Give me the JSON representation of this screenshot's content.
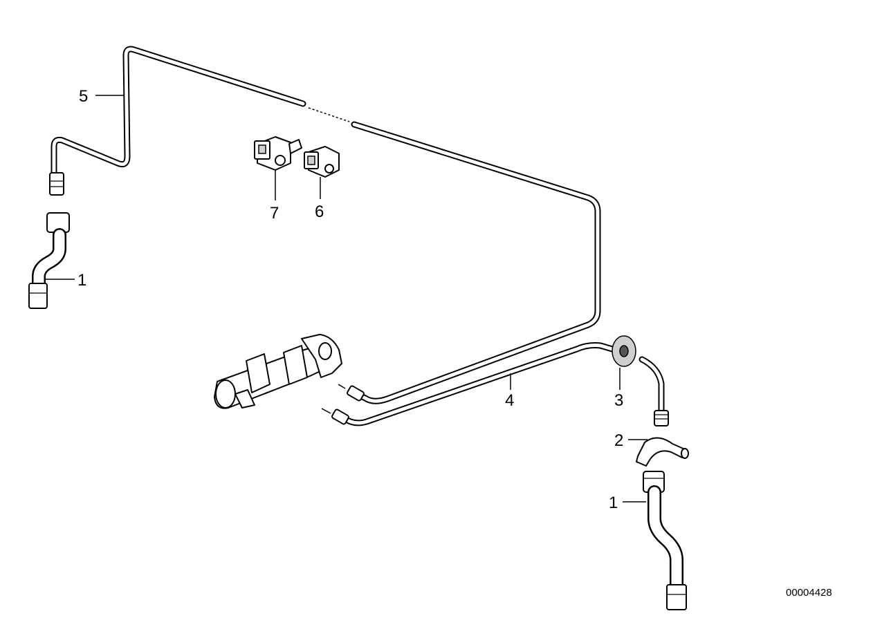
{
  "callouts": {
    "c1_left": "1",
    "c5": "5",
    "c7": "7",
    "c6": "6",
    "c4": "4",
    "c3": "3",
    "c2": "2",
    "c1_right": "1"
  },
  "document_number": "00004428"
}
